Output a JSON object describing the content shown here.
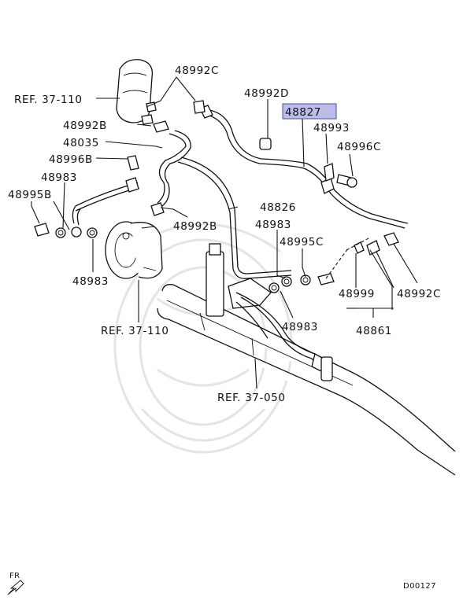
{
  "labels": {
    "ref_37_110_top": "REF. 37-110",
    "p48992C_top": "48992C",
    "p48992D": "48992D",
    "p48827": "48827",
    "p48992B_left": "48992B",
    "p48993": "48993",
    "p48035": "48035",
    "p48996C": "48996C",
    "p48996B": "48996B",
    "p48983_a": "48983",
    "p48995B": "48995B",
    "p48826": "48826",
    "p48992B_mid": "48992B",
    "p48983_b": "48983",
    "p48995C": "48995C",
    "p48983_left": "48983",
    "p48999": "48999",
    "p48992C_right": "48992C",
    "ref_37_110_bottom": "REF. 37-110",
    "p48983_c": "48983",
    "p48861": "48861",
    "ref_37_050": "REF. 37-050",
    "fr": "FR",
    "diagram_code": "D00127"
  },
  "colors": {
    "highlight": "#b9bde8",
    "highlight_border": "#4a4f9a",
    "line": "#111111",
    "watermark": "#e4e4e4"
  }
}
